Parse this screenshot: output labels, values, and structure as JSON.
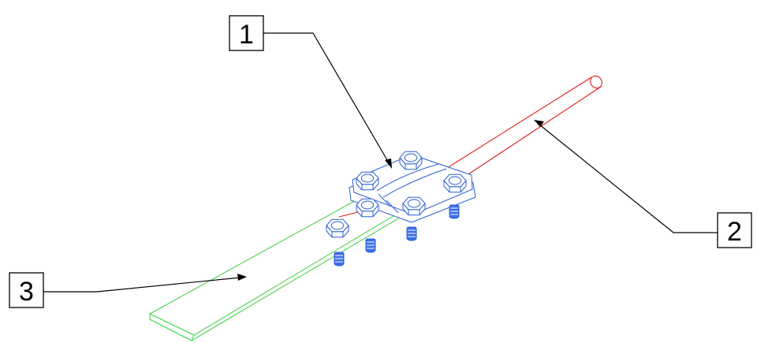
{
  "drawing": {
    "colors": {
      "line": "#000000",
      "clamp": "#2a5fd6",
      "rod": "#e01c1c",
      "strip": "#38d038",
      "stud_fill": "#3d6fe8",
      "background": "#ffffff"
    },
    "parts": [
      {
        "label": "1",
        "name": "clamp"
      },
      {
        "label": "2",
        "name": "rod"
      },
      {
        "label": "3",
        "name": "strip"
      }
    ]
  }
}
